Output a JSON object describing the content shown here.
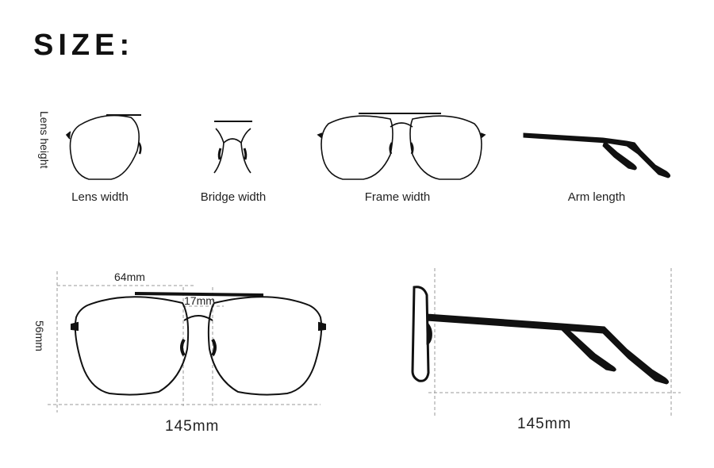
{
  "title": "SIZE:",
  "icons": {
    "lens_width": "lens-width-icon",
    "bridge_width": "bridge-width-icon",
    "frame_width": "frame-width-icon",
    "arm_length": "arm-length-icon"
  },
  "labels": {
    "lens_height": "Lens height",
    "lens_width": "Lens width",
    "bridge_width": "Bridge width",
    "frame_width": "Frame width",
    "arm_length": "Arm length"
  },
  "front_view": {
    "lens_width": "64mm",
    "bridge_width": "17mm",
    "lens_height": "56mm",
    "frame_width": "145mm"
  },
  "side_view": {
    "arm_length": "145mm"
  },
  "colors": {
    "line": "#111111",
    "dashed_guide": "#9a9a9a"
  }
}
